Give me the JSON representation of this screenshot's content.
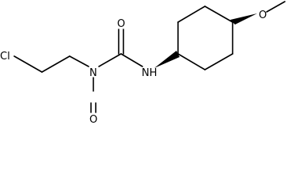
{
  "molecule": {
    "atoms": {
      "chlorine": "Cl",
      "amide_oxygen": "O",
      "nitroso_nitrogen": "N",
      "nitroso_oxygen": "O",
      "urea_nitrogen_nh": "N",
      "urea_hydrogen": "H",
      "methoxy_oxygen": "O"
    },
    "colors": {
      "bond": "#000000",
      "label": "#000000",
      "background": "#ffffff"
    }
  }
}
